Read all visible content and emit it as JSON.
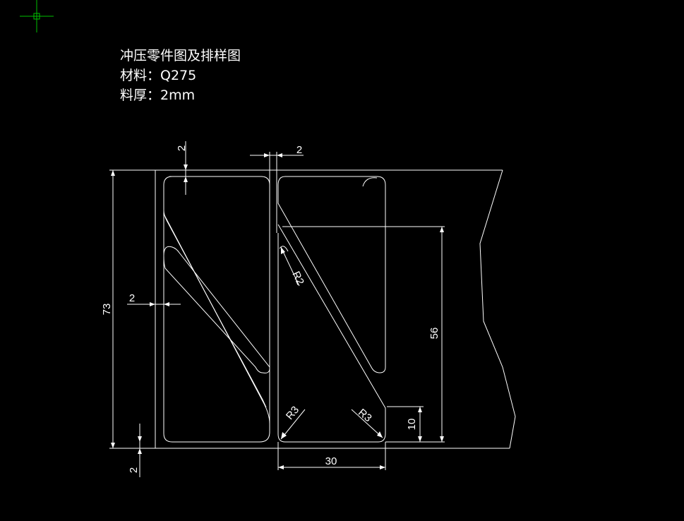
{
  "notes": {
    "title": "冲压零件图及排样图",
    "material": "材料：Q275",
    "thickness": "料厚：2mm"
  },
  "dimensions": {
    "top_gap": "2",
    "web_gap": "2",
    "left_gap": "2",
    "total_height": "73",
    "right_height": "56",
    "bottom_gap": "2",
    "radius_top": "R2",
    "radius_bl": "R3",
    "radius_br": "R3",
    "foot_height": "10",
    "base_width": "30"
  },
  "colors": {
    "background": "#000000",
    "line": "#ffffff",
    "cursor": "#00c000"
  }
}
